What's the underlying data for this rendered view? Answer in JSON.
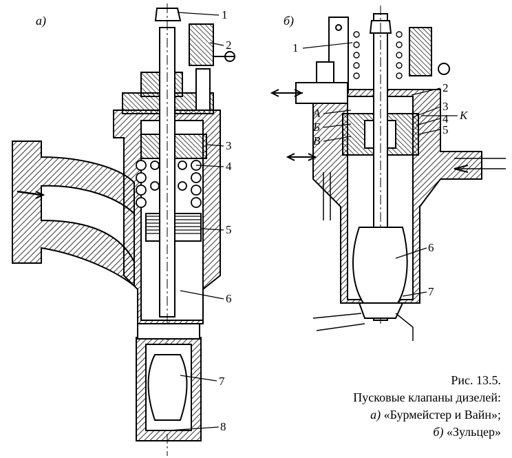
{
  "figure": {
    "panel_a": {
      "label": "а)",
      "callouts": [
        "1",
        "2",
        "3",
        "4",
        "5",
        "6",
        "7",
        "8"
      ]
    },
    "panel_b": {
      "label": "б)",
      "callouts": [
        "1",
        "2",
        "3",
        "4",
        "5",
        "6",
        "7"
      ],
      "letters": [
        "А",
        "Б",
        "В",
        "К"
      ]
    }
  },
  "caption": {
    "number": "Рис. 13.5.",
    "title": "Пусковые клапаны дизелей:",
    "item_a_label": "а)",
    "item_a_text": "«Бурмейстер и Вайн»;",
    "item_b_label": "б)",
    "item_b_text": "«Зульцер»"
  }
}
